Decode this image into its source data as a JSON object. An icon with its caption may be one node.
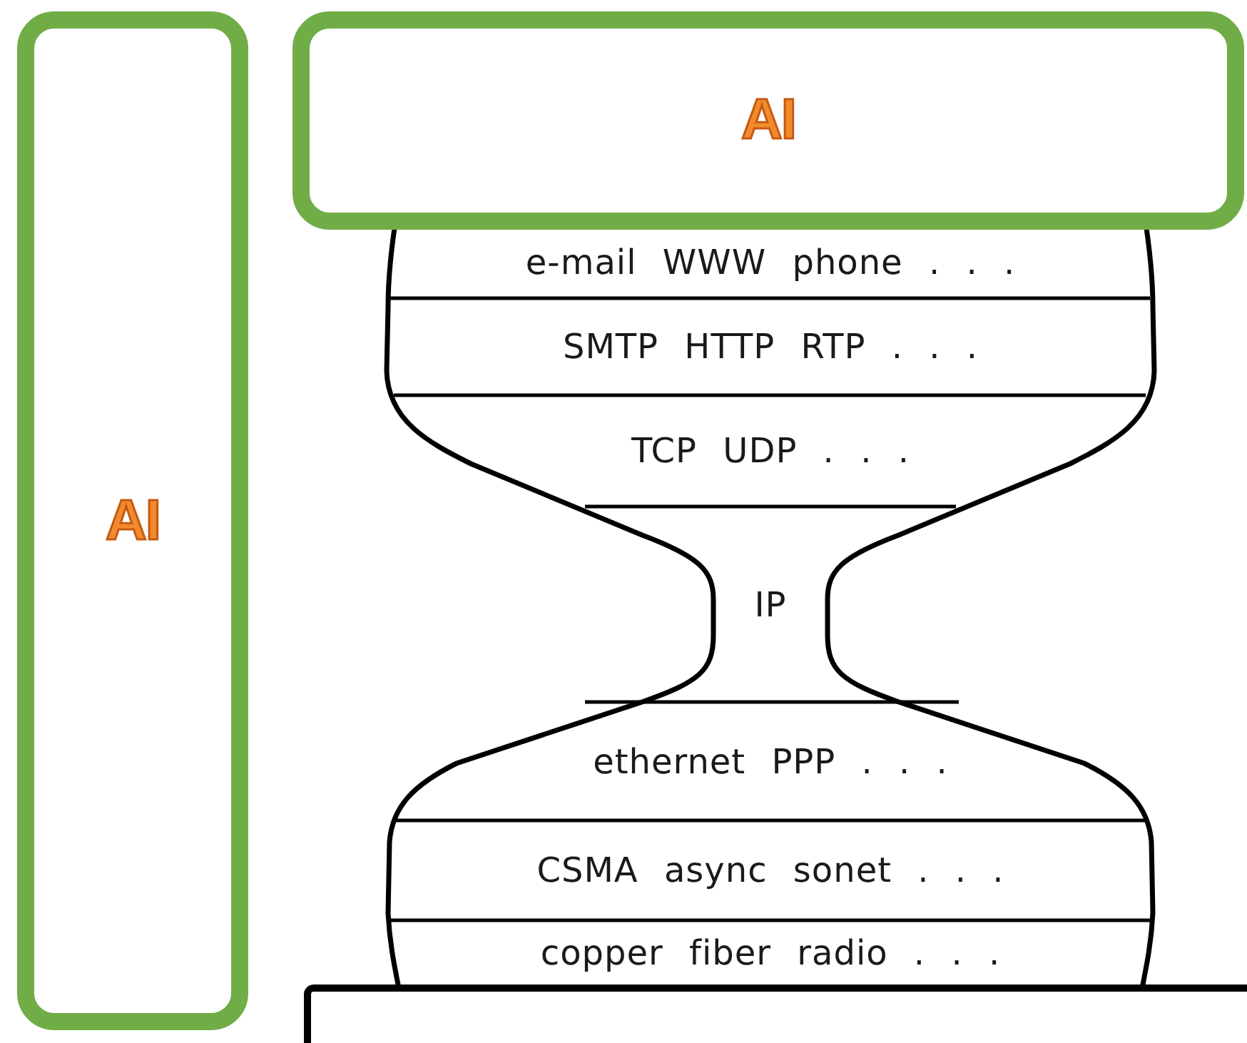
{
  "diagram": {
    "nodes": [
      {
        "text": [
          "AI"
        ]
      },
      {
        "text": [
          "AI"
        ]
      },
      {
        "text": [
          "e-mail WWW phone . . ."
        ]
      },
      {
        "text": [
          "SMTP HTTP RTP . . ."
        ]
      },
      {
        "text": [
          "TCP UDP . . ."
        ]
      },
      {
        "text": [
          "IP"
        ]
      },
      {
        "text": [
          "ethernet PPP . . ."
        ]
      },
      {
        "text": [
          "CSMA async sonet . . ."
        ]
      },
      {
        "text": [
          "copper fiber radio . . ."
        ]
      },
      {
        "text": [],
        "shape": "box"
      }
    ]
  }
}
